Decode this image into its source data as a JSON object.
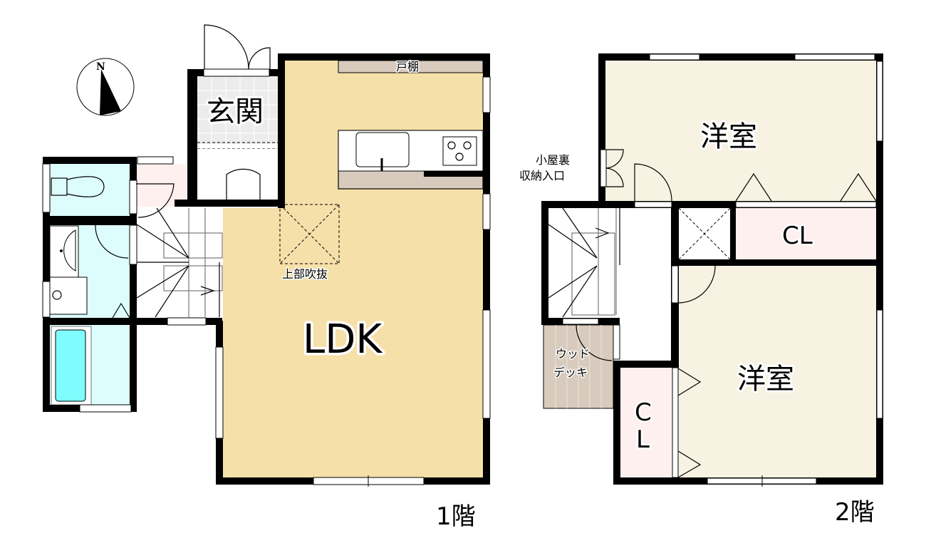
{
  "colors": {
    "ldk_floor": "#f6e0a9",
    "western_room_floor": "#f8f2e3",
    "closet_floor": "#fdf0ef",
    "wet_area_floor": "#ddfdfd",
    "bathtub": "#7ffcfd",
    "entrance_tile": "#ececec",
    "wood_deck": "#d8cbbd",
    "cabinet": "#d8cbbd",
    "wall": "#000000"
  },
  "compass": {
    "label": "N"
  },
  "floor1": {
    "label": "1階",
    "rooms": {
      "entrance": "玄関",
      "ldk": "LDK",
      "cupboard": "戸棚",
      "open_ceiling": "上部吹抜"
    }
  },
  "floor2": {
    "label": "2階",
    "rooms": {
      "western_room_upper": "洋室",
      "western_room_lower": "洋室",
      "closet_upper": "CL",
      "closet_lower_c": "C",
      "closet_lower_l": "L",
      "attic_line1": "小屋裏",
      "attic_line2": "収納入口",
      "wood_deck_line1": "ウッド",
      "wood_deck_line2": "デッキ"
    }
  }
}
